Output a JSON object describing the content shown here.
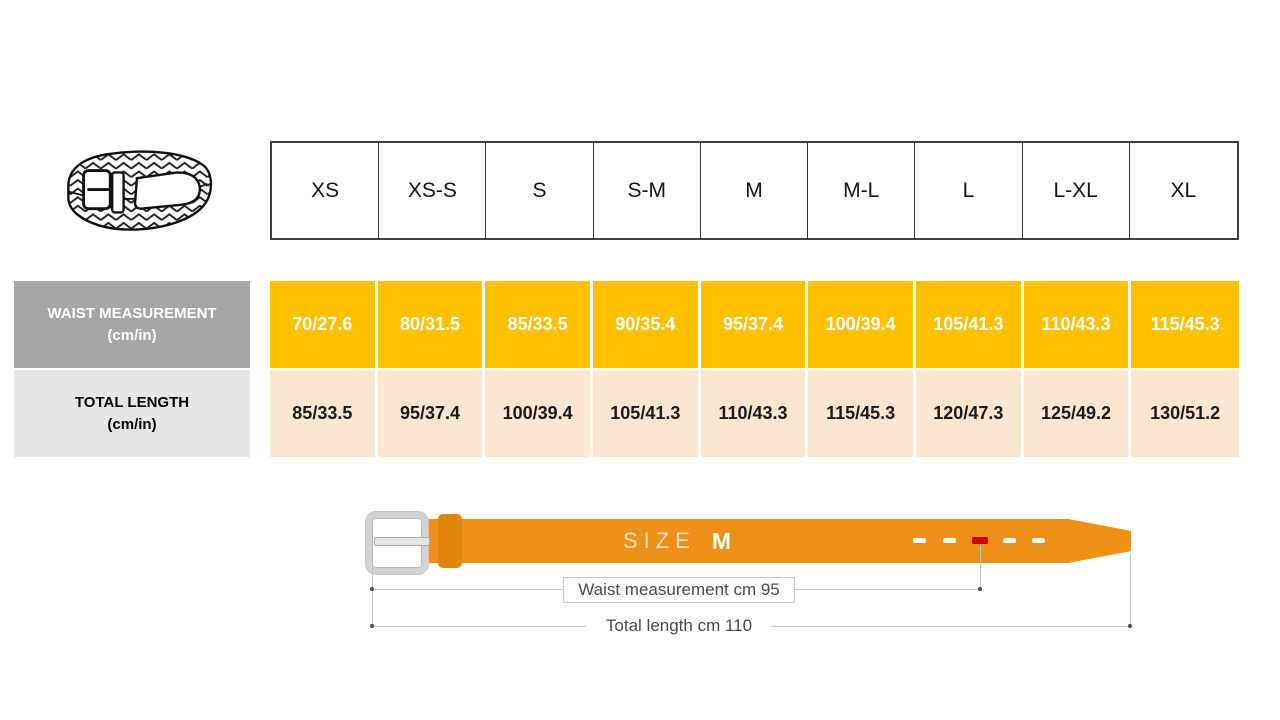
{
  "product": {
    "image_label": "braided-belt-illustration"
  },
  "size_table": {
    "sizes": [
      "XS",
      "XS-S",
      "S",
      "S-M",
      "M",
      "M-L",
      "L",
      "L-XL",
      "XL"
    ],
    "waist": {
      "label": "WAIST MEASUREMENT",
      "unit": "(cm/in)",
      "values": [
        "70/27.6",
        "80/31.5",
        "85/33.5",
        "90/35.4",
        "95/37.4",
        "100/39.4",
        "105/41.3",
        "110/43.3",
        "115/45.3"
      ]
    },
    "length": {
      "label": "TOTAL LENGTH",
      "unit": "(cm/in)",
      "values": [
        "85/33.5",
        "95/37.4",
        "100/39.4",
        "105/41.3",
        "110/43.3",
        "115/45.3",
        "120/47.3",
        "125/49.2",
        "130/51.2"
      ]
    }
  },
  "diagram": {
    "size_word": "SIZE",
    "size_value": "M",
    "waist_annotation": "Waist measurement cm 95",
    "length_annotation": "Total length cm 110",
    "hole_count": 5
  },
  "colors": {
    "gold_cell": "#FFC000",
    "peach_cell": "#FDE6CF",
    "gray_label": "#A6A6A6",
    "light_gray_label": "#E7E6E6",
    "belt_orange": "#ED9017",
    "highlight_hole_red": "#CC0000"
  }
}
